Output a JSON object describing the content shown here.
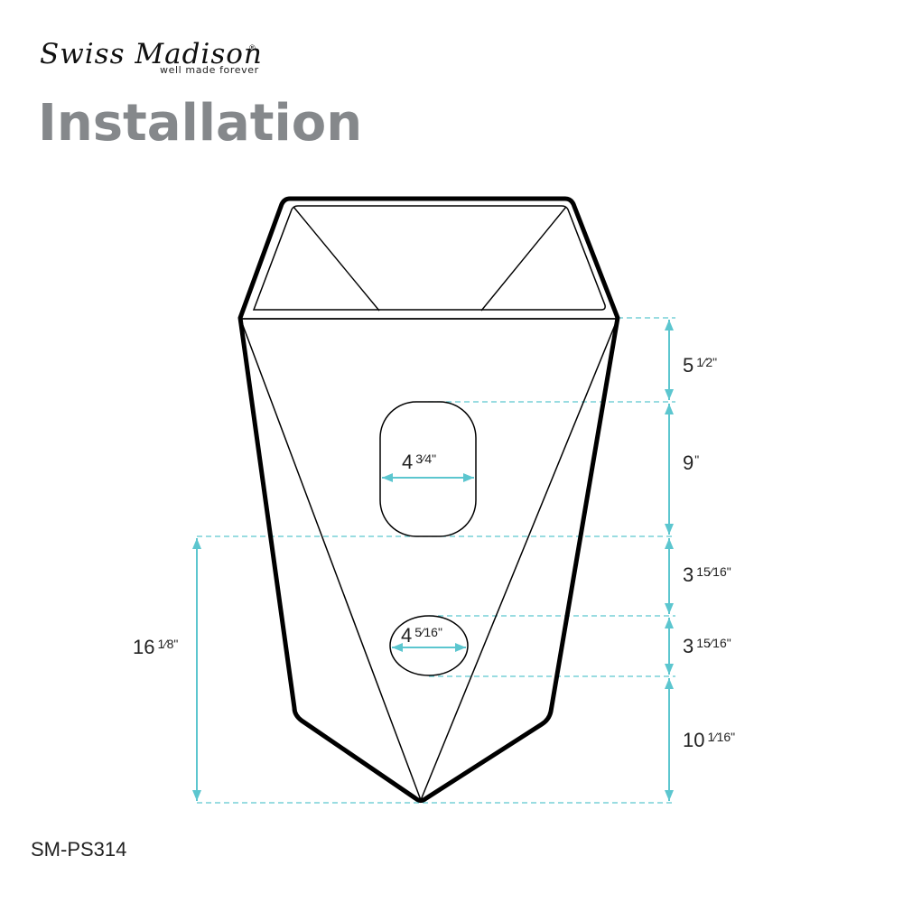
{
  "brand": {
    "logo_script": "Swiss Madison",
    "logo_registered": "®",
    "tagline": "well made forever"
  },
  "header": {
    "title": "Installation"
  },
  "product": {
    "model": "SM-PS314"
  },
  "colors": {
    "dimension_line": "#5cc6cf",
    "outline": "#000000",
    "title": "#85888b",
    "text": "#222222"
  },
  "dimensions": {
    "right": [
      {
        "whole": "5",
        "fraction": "1⁄2\"",
        "label": "5 1/2\""
      },
      {
        "whole": "9",
        "fraction": "\"",
        "label": "9\""
      },
      {
        "whole": "3",
        "fraction": "15⁄16\"",
        "label": "3 15/16\""
      },
      {
        "whole": "3",
        "fraction": "15⁄16\"",
        "label": "3 15/16\""
      },
      {
        "whole": "10",
        "fraction": "1⁄16\"",
        "label": "10 1/16\""
      }
    ],
    "left": {
      "whole": "16",
      "fraction": "1⁄8\"",
      "label": "16 1/8\""
    },
    "upper_opening_width": {
      "whole": "4",
      "fraction": "3⁄4\"",
      "label": "4 3/4\""
    },
    "lower_opening_width": {
      "whole": "4",
      "fraction": "5⁄16\"",
      "label": "4 5/16\""
    }
  }
}
